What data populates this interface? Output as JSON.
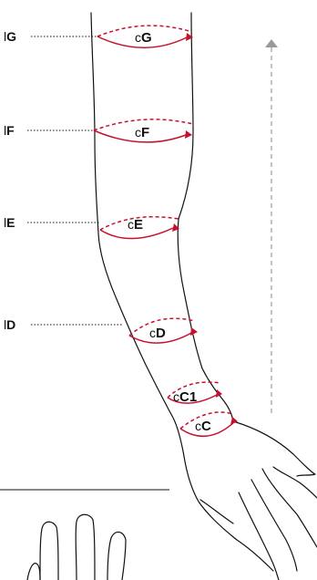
{
  "colors": {
    "accent_red": "#c8102e",
    "outline": "#111111",
    "guide_arrow": "#9a9a9a"
  },
  "levels": [
    {
      "id": "G",
      "prefix": "l",
      "label": "G",
      "circ_prefix": "c",
      "circ_label": "G"
    },
    {
      "id": "F",
      "prefix": "l",
      "label": "F",
      "circ_prefix": "c",
      "circ_label": "F"
    },
    {
      "id": "E",
      "prefix": "l",
      "label": "E",
      "circ_prefix": "c",
      "circ_label": "E"
    },
    {
      "id": "D",
      "prefix": "l",
      "label": "D",
      "circ_prefix": "c",
      "circ_label": "D"
    },
    {
      "id": "C1",
      "circ_prefix": "c",
      "circ_label": "C1"
    },
    {
      "id": "C",
      "circ_prefix": "c",
      "circ_label": "C"
    }
  ],
  "icons": {
    "guide_arrow": "arrow-up-icon"
  }
}
